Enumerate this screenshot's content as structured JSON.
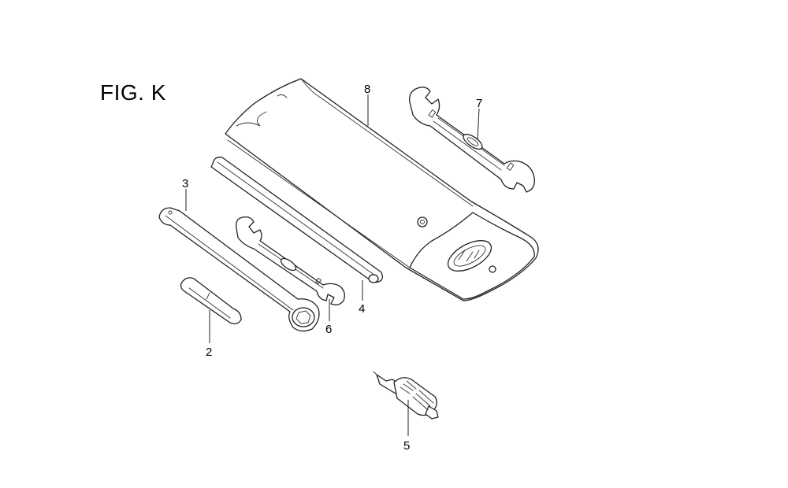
{
  "figure": {
    "title": "FIG. K"
  },
  "parts": {
    "p2": "2",
    "p3": "3",
    "p4": "4",
    "p5": "5",
    "p6": "6",
    "p7": "7",
    "p8": "8"
  },
  "colors": {
    "ink": "#222222",
    "background": "#ffffff"
  }
}
